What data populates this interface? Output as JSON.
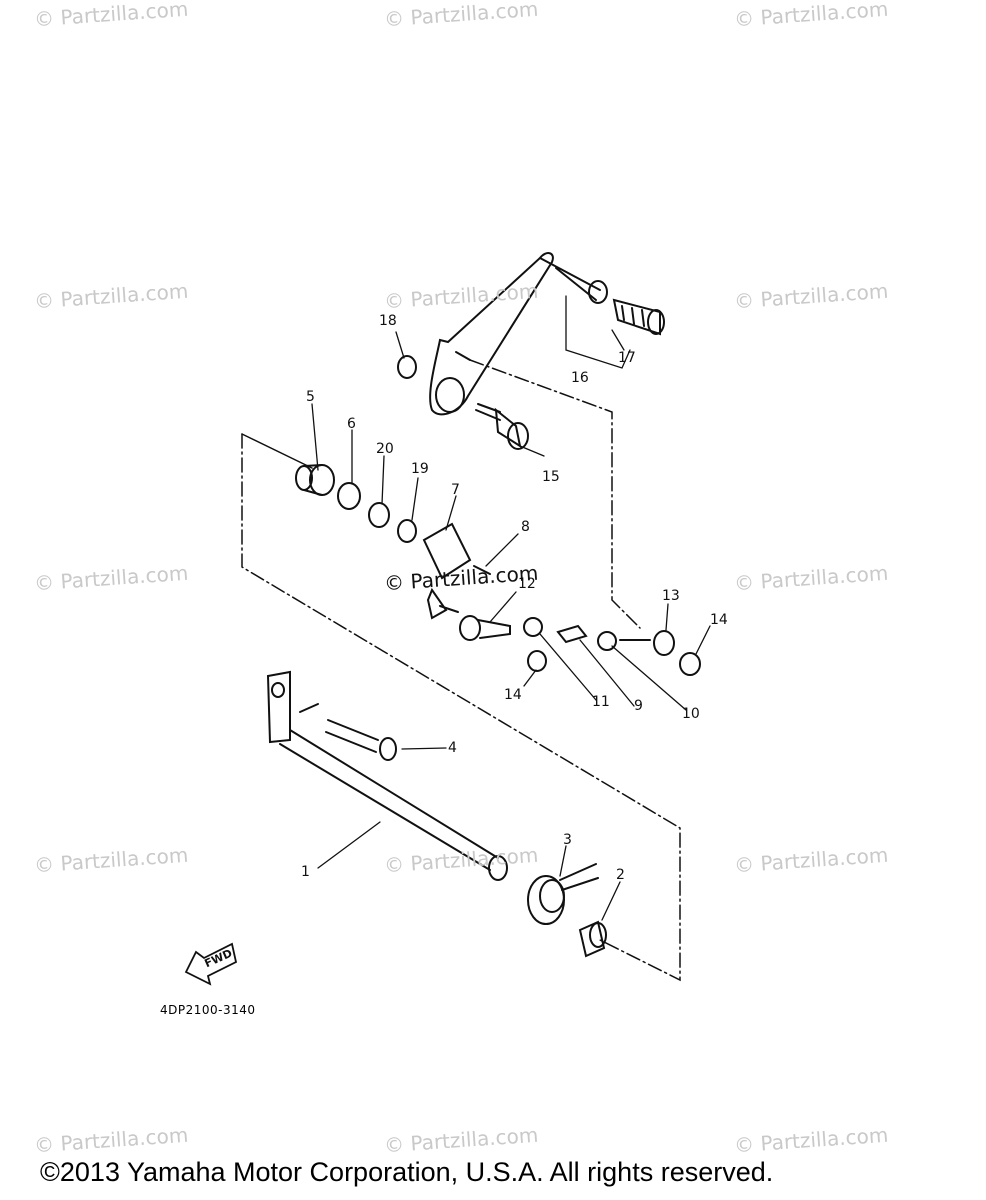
{
  "watermark": "© Partzilla.com",
  "center_watermark": "© Partzilla.com",
  "part_code": "4DP2100-3140",
  "fwd_label": "FWD",
  "copyright": "©2013 Yamaha Motor Corporation, U.S.A. All rights reserved.",
  "callouts": [
    "1",
    "2",
    "3",
    "4",
    "5",
    "6",
    "7",
    "8",
    "9",
    "10",
    "11",
    "12",
    "13",
    "14",
    "14",
    "15",
    "16",
    "17",
    "18",
    "19",
    "20"
  ]
}
